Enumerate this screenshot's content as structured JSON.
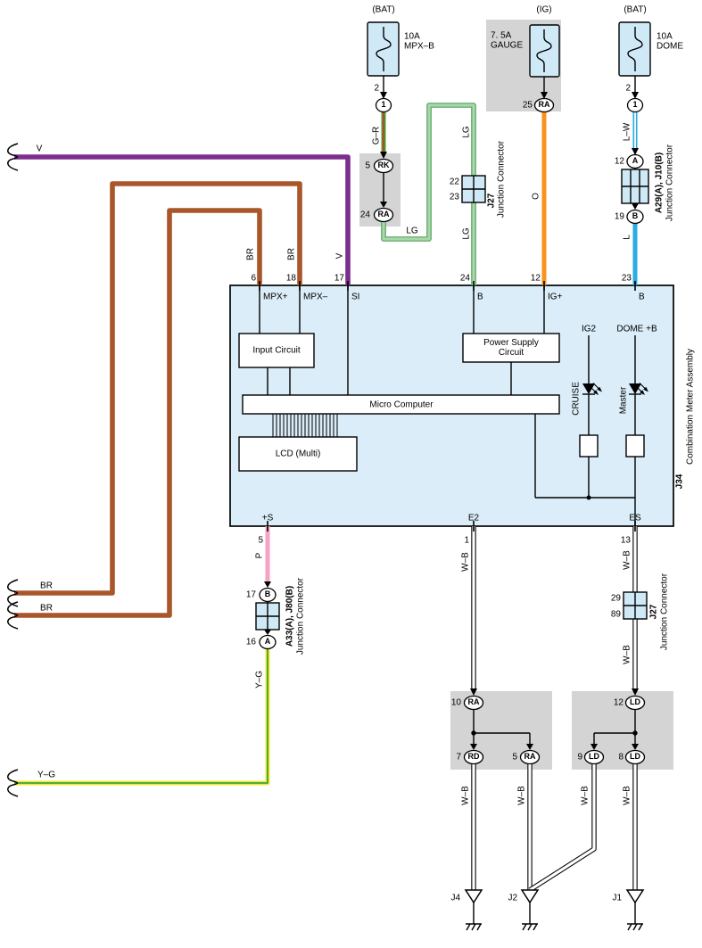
{
  "colors": {
    "v": "#7b2e8e",
    "br": "#a9562b",
    "lg": "#a8d8ab",
    "lgd": "#57a05f",
    "g": "#3aa53a",
    "r": "#dd3327",
    "o": "#f7941e",
    "l": "#2aabe2",
    "p": "#f6a3c5",
    "y": "#f2e636",
    "shade": "#d4d4d4",
    "boxfill": "#cfe9f6",
    "meterfill": "#daedf8"
  },
  "fuses": {
    "mpx": {
      "top": "(BAT)",
      "line1": "10A",
      "line2": "MPX–B",
      "pin": "2",
      "conn": "1"
    },
    "gauge": {
      "top": "(IG)",
      "line1": "7. 5A",
      "line2": "GAUGE",
      "pin": "25",
      "conn": "RA"
    },
    "dome": {
      "top": "(BAT)",
      "line1": "10A",
      "line2": "DOME",
      "pin": "2",
      "conn": "1"
    }
  },
  "wires": {
    "v": "V",
    "br": "BR",
    "gr": "G–R",
    "lg": "LG",
    "o": "O",
    "lw": "L–W",
    "l": "L",
    "p": "P",
    "yg": "Y–G",
    "wb": "W–B"
  },
  "connectors": {
    "j27_top": {
      "id": "J27",
      "type": "Junction Connector",
      "pin_top": "22",
      "pin_bottom": "23"
    },
    "a29": {
      "id": "A29(A), J10(B)",
      "type": "Junction Connector",
      "pin_top": "12",
      "letter_top": "A",
      "pin_bottom": "19",
      "letter_bottom": "B"
    },
    "a33": {
      "id": "A33(A), J80(B)",
      "type": "Junction Connector",
      "pin_top": "17",
      "letter_top": "B",
      "pin_bottom": "16",
      "letter_bottom": "A"
    },
    "j27_bottom": {
      "id": "J27",
      "type": "Junction Connector",
      "pin_top": "29",
      "pin_bottom": "89"
    },
    "rk": {
      "pin": "5",
      "code": "RK"
    },
    "ra24": {
      "pin": "24",
      "code": "RA"
    },
    "ra10": {
      "pin": "10",
      "code": "RA"
    },
    "rd7": {
      "pin": "7",
      "code": "RD"
    },
    "ra5": {
      "pin": "5",
      "code": "RA"
    },
    "ld12": {
      "pin": "12",
      "code": "LD"
    },
    "ld9": {
      "pin": "9",
      "code": "LD"
    },
    "ld8": {
      "pin": "8",
      "code": "LD"
    }
  },
  "meter": {
    "id": "J34",
    "name": "Combination Meter Assembly",
    "pins_top": [
      {
        "num": "6",
        "name": "MPX+"
      },
      {
        "num": "18",
        "name": "MPX–"
      },
      {
        "num": "17",
        "name": "SI"
      },
      {
        "num": "24",
        "name": "B"
      },
      {
        "num": "12",
        "name": "IG+"
      },
      {
        "num": "23",
        "name": "B"
      }
    ],
    "pins_bottom": [
      {
        "num": "5",
        "name": "+S"
      },
      {
        "num": "1",
        "name": "E2"
      },
      {
        "num": "13",
        "name": "ES"
      }
    ],
    "blocks": {
      "input": "Input Circuit",
      "power": "Power Supply Circuit",
      "micro": "Micro Computer",
      "lcd": "LCD (Multi)"
    },
    "internal": {
      "ig2": "IG2",
      "dome_b": "DOME +B",
      "cruise": "CRUISE",
      "master": "Master"
    }
  },
  "grounds": {
    "j4": "J4",
    "j2": "J2",
    "j1": "J1"
  }
}
